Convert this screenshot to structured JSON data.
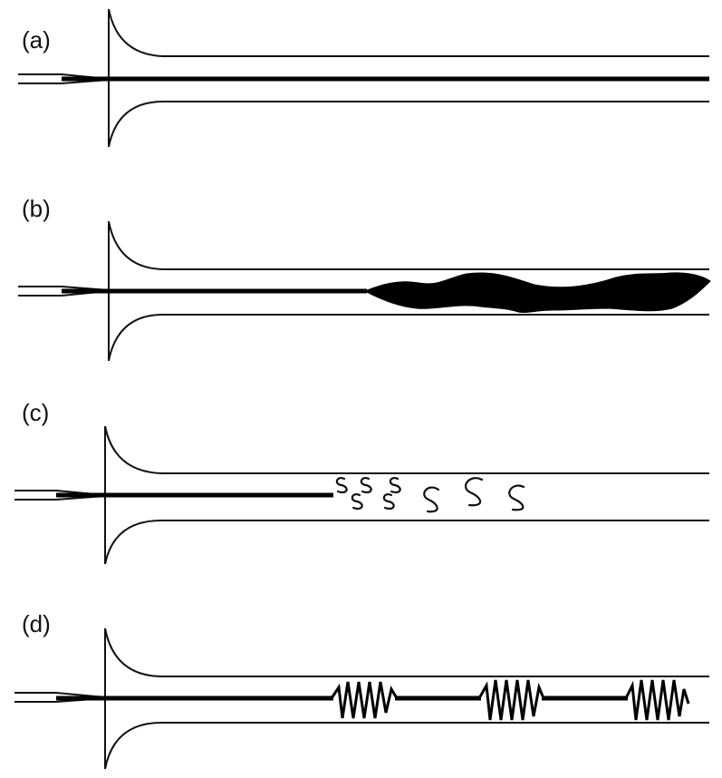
{
  "figure": {
    "panels": [
      {
        "id": "a",
        "label": "(a)",
        "regime": "continuous-jet"
      },
      {
        "id": "b",
        "label": "(b)",
        "regime": "sinuous-breakup"
      },
      {
        "id": "c",
        "label": "(c)",
        "regime": "vortex-breakup"
      },
      {
        "id": "d",
        "label": "(d)",
        "regime": "coiling"
      }
    ],
    "colors": {
      "ink": "#111111",
      "jet": "#000000",
      "background": "#ffffff"
    }
  }
}
